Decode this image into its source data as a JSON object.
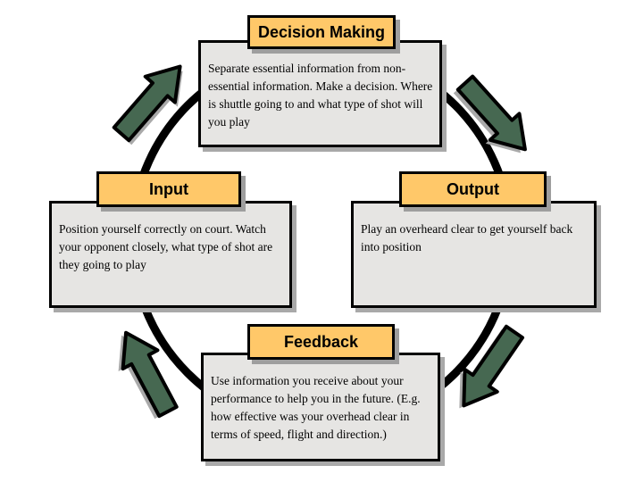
{
  "colors": {
    "accent_orange": "#ffc869",
    "panel_gray": "#e6e5e3",
    "arrow_green": "#466851",
    "ring_black": "#000000",
    "shadow_gray": "#a9a9a9"
  },
  "diagram": {
    "nodes": {
      "decision": {
        "title": "Decision Making",
        "body": "Separate essential information from non-essential information.  Make a decision. Where is shuttle going to and what type of shot will you play"
      },
      "input": {
        "title": "Input",
        "body": "Position yourself correctly on court. Watch your opponent closely, what type of shot are they going to play"
      },
      "output": {
        "title": "Output",
        "body": "Play an overheard clear to get yourself back into position"
      },
      "feedback": {
        "title": "Feedback",
        "body": "Use information you receive about your performance to help you in the future. (E.g. how effective was your overhead clear in terms of speed, flight and direction.)"
      }
    },
    "icons": {
      "ring": "cycle-ring",
      "arrow_ne": "arrow-up-right-icon",
      "arrow_se": "arrow-down-right-icon",
      "arrow_nw": "arrow-up-left-icon",
      "arrow_sw": "arrow-down-left-icon"
    }
  }
}
